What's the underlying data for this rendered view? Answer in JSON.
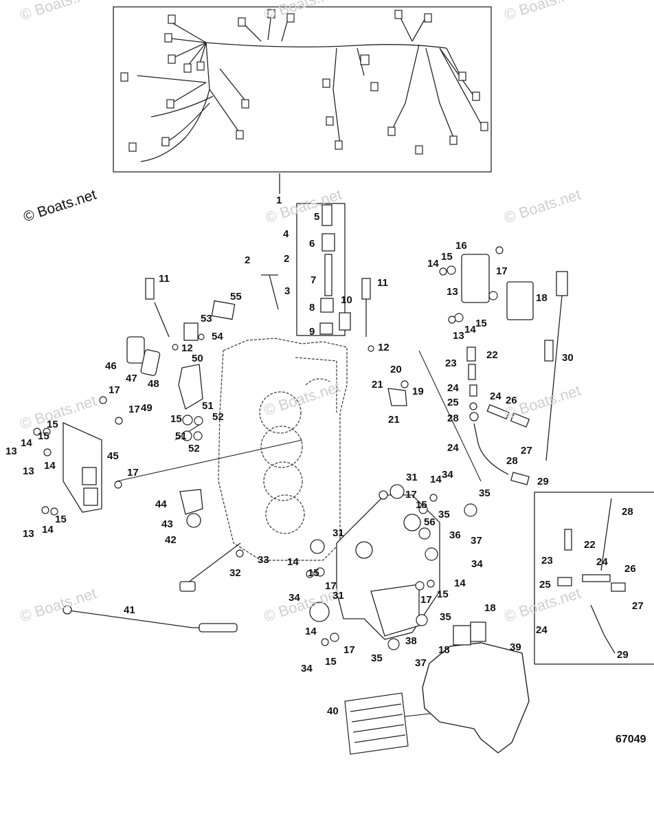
{
  "watermark_text": "© Boats.net",
  "diagram_code": "67049",
  "callouts": [
    "1",
    "2",
    "3",
    "4",
    "5",
    "6",
    "7",
    "8",
    "9",
    "10",
    "11",
    "12",
    "13",
    "14",
    "15",
    "16",
    "17",
    "18",
    "19",
    "20",
    "21",
    "22",
    "23",
    "24",
    "25",
    "26",
    "27",
    "28",
    "29",
    "30",
    "31",
    "32",
    "33",
    "34",
    "35",
    "36",
    "37",
    "38",
    "39",
    "40",
    "41",
    "42",
    "43",
    "44",
    "45",
    "46",
    "47",
    "48",
    "49",
    "50",
    "51",
    "52",
    "53",
    "54",
    "55",
    "56"
  ]
}
